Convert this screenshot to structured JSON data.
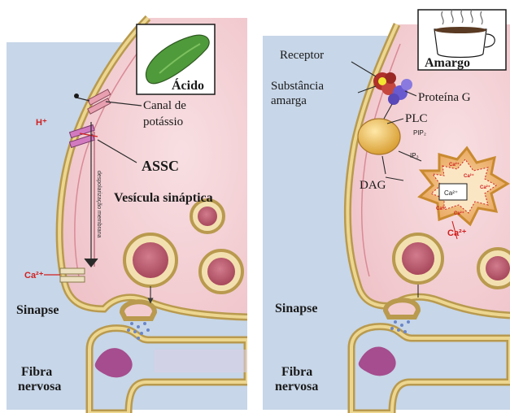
{
  "left_panel": {
    "title": "Ácido",
    "labels": {
      "h_plus": "H⁺",
      "canal_line1": "Canal de",
      "canal_line2": "potássio",
      "assc": "ASSC",
      "depolarization": "despolarização membrana",
      "vesicula": "Vesícula sináptica",
      "ca": "Ca²⁺",
      "sinapse": "Sinapse",
      "fibra_line1": "Fibra",
      "fibra_line2": "nervosa"
    }
  },
  "right_panel": {
    "title": "Amargo",
    "labels": {
      "receptor": "Receptor",
      "substancia_line1": "Substância",
      "substancia_line2": "amarga",
      "proteina_g": "Proteína G",
      "plc": "PLC",
      "pip2": "PIP₂",
      "ip3": "IP₃",
      "dag": "DAG",
      "ca_center": "Ca²⁺",
      "ca_a": "Ca²⁺",
      "ca_b": "Ca²⁺",
      "ca_c": "Ca²⁺",
      "ca_d": "Ca²⁺",
      "ca_e": "Ca²⁺",
      "ca_out": "Ca²⁺",
      "sinapse": "Sinapse",
      "fibra_line1": "Fibra",
      "fibra_line2": "nervosa"
    }
  },
  "colors": {
    "background": "#c7d6e8",
    "cytoplasm": "#f3ccd0",
    "membrane_outer": "#b99a4e",
    "membrane_inner": "#ecd690",
    "vesicle_core": "#b8566b",
    "nerve_core": "#a54d8e",
    "ion_red": "#d02020"
  }
}
